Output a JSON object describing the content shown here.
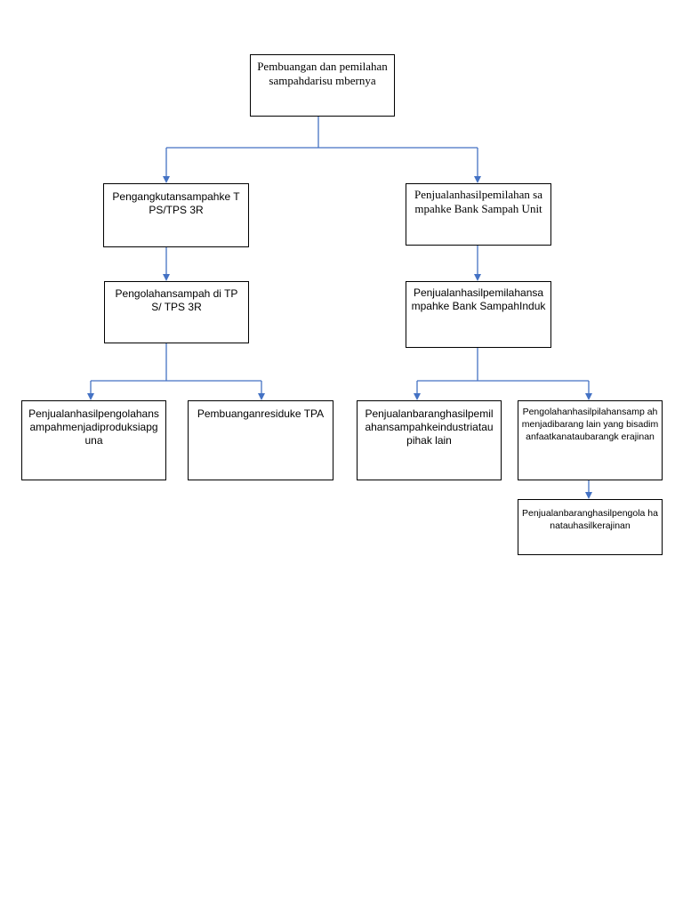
{
  "diagram": {
    "line_color": "#4472C4",
    "nodes": {
      "root": "Pembuangan dan pemilahansampahdarisu mbernya",
      "left_1": "Pengangkutansampahke TPS/TPS 3R",
      "left_2": "Pengolahansampah di TPS/ TPS 3R",
      "left_3a": "Penjualanhasilpengolahans ampahmenjadiproduksiapg una",
      "left_3b": "Pembuanganresiduke TPA",
      "right_1": "Penjualanhasilpemilahan sampahke Bank Sampah Unit",
      "right_2": "Penjualanhasilpemilahansa mpahke Bank SampahInduk",
      "right_3a": "Penjualanbaranghasilpemil ahansampahkeindustriatau pihak lain",
      "right_3b": "Pengolahanhasilpilahansamp ahmenjadibarang lain yang bisadimanfaatkanataubarangk erajinan",
      "right_4": "Penjualanbaranghasilpengola hanatauhasilkerajinan"
    }
  }
}
